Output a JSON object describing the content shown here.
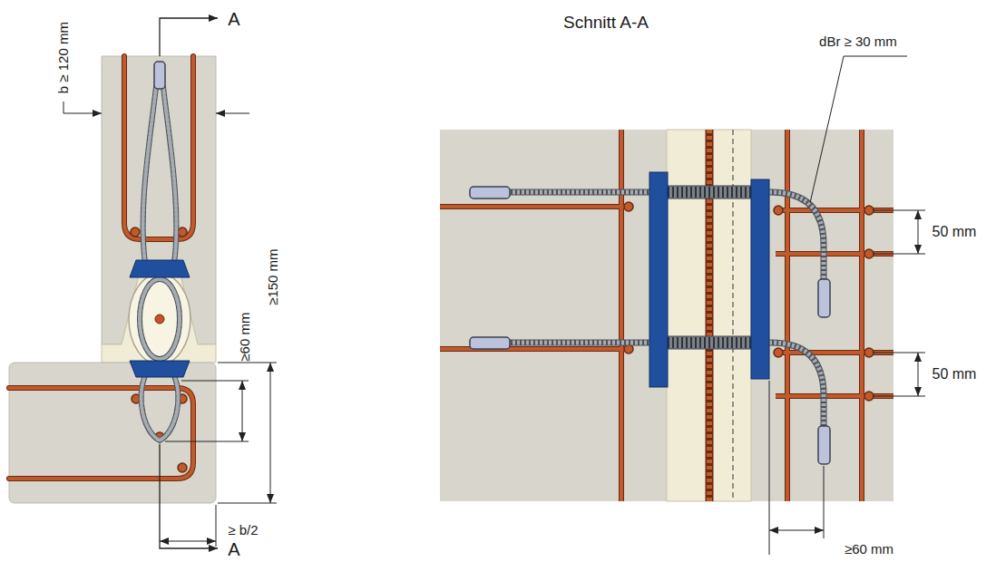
{
  "diagram": {
    "labels": [
      "A",
      "b ≥ 120 mm",
      "≥60 mm",
      "≥150 mm",
      "≥ b/2",
      "A",
      "Schnitt A-A",
      "dBr ≥ 30 mm",
      "50 mm",
      "50 mm",
      "≥60 mm"
    ]
  }
}
